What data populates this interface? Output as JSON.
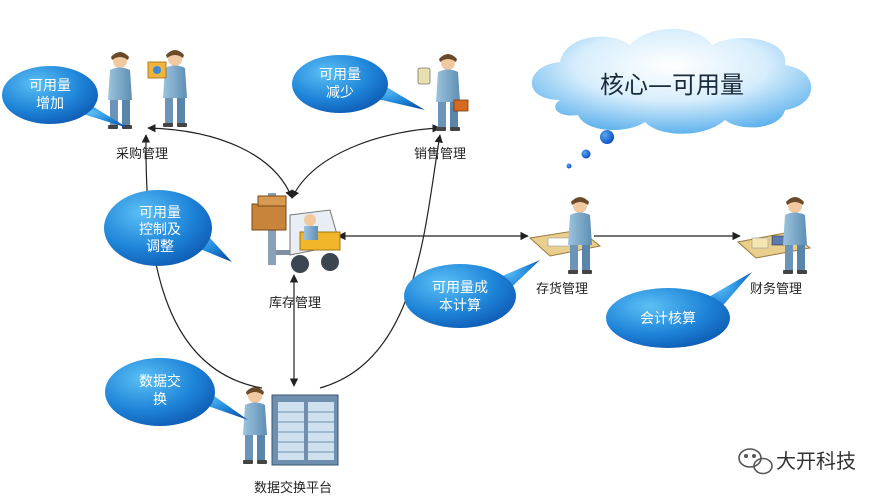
{
  "nodes": {
    "purchase": "采购管理",
    "sales": "销售管理",
    "inventory": "库存管理",
    "stock": "存货管理",
    "finance": "财务管理",
    "exchange": "数据交换平台"
  },
  "bubbles": {
    "increase": [
      "可用量",
      "增加"
    ],
    "decrease": [
      "可用量",
      "减少"
    ],
    "control": [
      "可用量",
      "控制及",
      "调整"
    ],
    "cost": [
      "可用量成",
      "本计算"
    ],
    "accounting": [
      "会计核算"
    ],
    "data": [
      "数据交",
      "换"
    ]
  },
  "cloud": "核心—可用量",
  "watermark": "大开科技",
  "colors": {
    "bubble_light": "#4db2ee",
    "bubble_dark": "#0a58b8",
    "cloud_light": "#ffffff",
    "cloud_dark": "#3aa0e8",
    "person": "#7aa6c6",
    "arrow": "#222222"
  }
}
